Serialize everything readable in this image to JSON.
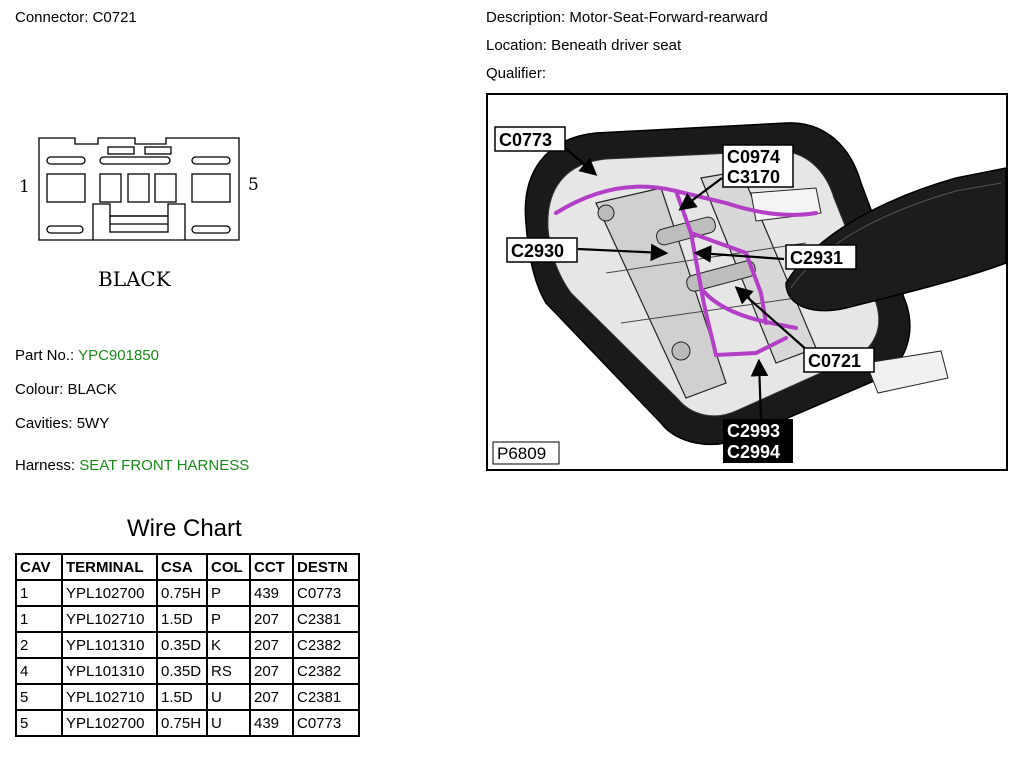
{
  "connector": {
    "label": "Connector:",
    "value": "C0721"
  },
  "description": {
    "label": "Description:",
    "value": "Motor-Seat-Forward-rearward"
  },
  "location": {
    "label": "Location:",
    "value": "Beneath driver seat"
  },
  "qualifier": {
    "label": "Qualifier:",
    "value": ""
  },
  "connector_face": {
    "pin_left": "1",
    "pin_right": "5",
    "color_label": "BLACK"
  },
  "part_no": {
    "label": "Part No.:",
    "value": "YPC901850"
  },
  "colour": {
    "label": "Colour:",
    "value": "BLACK"
  },
  "cavities": {
    "label": "Cavities:",
    "value": "5WY"
  },
  "harness": {
    "label": "Harness:",
    "value": "SEAT FRONT HARNESS"
  },
  "wire_chart": {
    "title": "Wire Chart",
    "headers": [
      "CAV",
      "TERMINAL",
      "CSA",
      "COL",
      "CCT",
      "DESTN"
    ],
    "rows": [
      [
        "1",
        "YPL102700",
        "0.75H",
        "P",
        "439",
        "C0773"
      ],
      [
        "1",
        "YPL102710",
        "1.5D",
        "P",
        "207",
        "C2381"
      ],
      [
        "2",
        "YPL101310",
        "0.35D",
        "K",
        "207",
        "C2382"
      ],
      [
        "4",
        "YPL101310",
        "0.35D",
        "RS",
        "207",
        "C2382"
      ],
      [
        "5",
        "YPL102710",
        "1.5D",
        "U",
        "207",
        "C2381"
      ],
      [
        "5",
        "YPL102700",
        "0.75H",
        "U",
        "439",
        "C0773"
      ]
    ]
  },
  "photo": {
    "callouts": {
      "c0773": "C0773",
      "c0974": "C0974",
      "c3170": "C3170",
      "c2930": "C2930",
      "c2931": "C2931",
      "c0721": "C0721",
      "c2993": "C2993",
      "c2994": "C2994"
    },
    "ref": "P6809",
    "harness_color": "#b23fc6"
  }
}
